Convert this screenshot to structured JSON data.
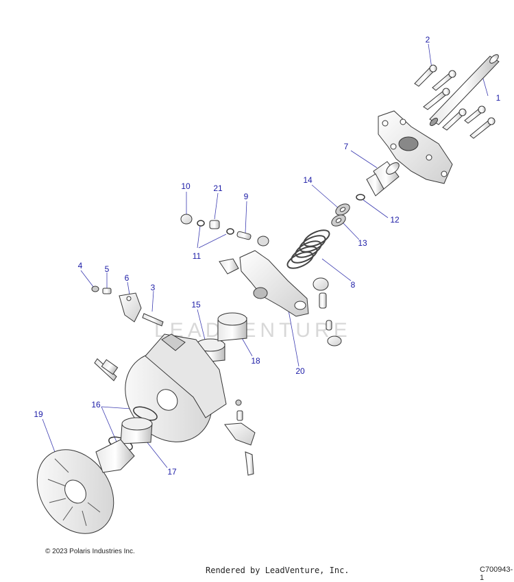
{
  "diagram": {
    "callouts": [
      {
        "label": "1"
      },
      {
        "label": "2"
      },
      {
        "label": "3"
      },
      {
        "label": "4"
      },
      {
        "label": "5"
      },
      {
        "label": "6"
      },
      {
        "label": "7"
      },
      {
        "label": "8"
      },
      {
        "label": "9"
      },
      {
        "label": "10"
      },
      {
        "label": "11"
      },
      {
        "label": "12"
      },
      {
        "label": "13"
      },
      {
        "label": "14"
      },
      {
        "label": "15"
      },
      {
        "label": "16"
      },
      {
        "label": "17"
      },
      {
        "label": "18"
      },
      {
        "label": "19"
      },
      {
        "label": "20"
      },
      {
        "label": "21"
      }
    ],
    "watermark": "LEADVENTURE",
    "colors": {
      "callout": "#1a1aa6",
      "leader": "#3a3ab0",
      "part_stroke": "#333333",
      "part_fill": "#f4f4f4"
    }
  },
  "footer": {
    "copyright": "© 2023 Polaris Industries Inc.",
    "rendered_by": "Rendered by LeadVenture, Inc.",
    "diagram_code": "C700943-1"
  }
}
